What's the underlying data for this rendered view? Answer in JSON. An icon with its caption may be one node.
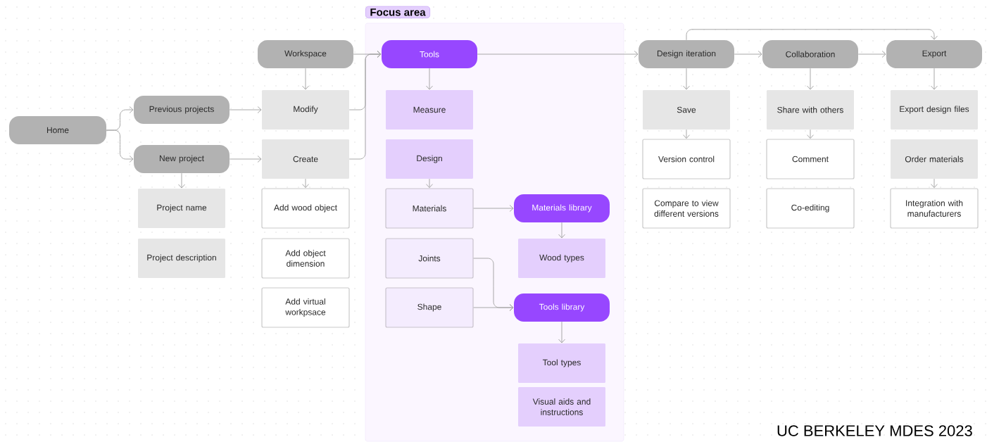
{
  "diagram": {
    "nodes": [
      {
        "text": [
          "Home"
        ]
      },
      {
        "text": [
          "Previous projects"
        ]
      },
      {
        "text": [
          "New project"
        ]
      },
      {
        "text": [
          "Project name"
        ]
      },
      {
        "text": [
          "Project description"
        ]
      },
      {
        "text": [
          "Workspace"
        ]
      },
      {
        "text": [
          "Modify"
        ]
      },
      {
        "text": [
          "Create"
        ]
      },
      {
        "text": [
          "Add wood object"
        ]
      },
      {
        "text": [
          "Add object dimension"
        ]
      },
      {
        "text": [
          "Add virtual workpsace"
        ]
      },
      {
        "text": [
          "Focus area"
        ]
      },
      {
        "text": [
          "Tools"
        ],
        "in": 11
      },
      {
        "text": [
          "Measure"
        ],
        "in": 11
      },
      {
        "text": [
          "Design"
        ],
        "in": 11
      },
      {
        "text": [
          "Materials"
        ],
        "in": 11
      },
      {
        "text": [
          "Joints"
        ],
        "in": 11
      },
      {
        "text": [
          "Shape"
        ],
        "in": 11
      },
      {
        "text": [
          "Materials library"
        ],
        "in": 11
      },
      {
        "text": [
          "Wood types"
        ],
        "in": 11
      },
      {
        "text": [
          "Tools library"
        ],
        "in": 11
      },
      {
        "text": [
          "Tool types"
        ],
        "in": 11
      },
      {
        "text": [
          "Visual aids and instructions"
        ],
        "in": 11
      },
      {
        "text": [
          "Design iteration"
        ]
      },
      {
        "text": [
          "Save"
        ]
      },
      {
        "text": [
          "Version control"
        ]
      },
      {
        "text": [
          "Compare to view different versions"
        ]
      },
      {
        "text": [
          "Collaboration"
        ]
      },
      {
        "text": [
          "Share with others"
        ]
      },
      {
        "text": [
          "Comment"
        ]
      },
      {
        "text": [
          "Co-editing"
        ]
      },
      {
        "text": [
          "Export"
        ]
      },
      {
        "text": [
          "Export design files"
        ]
      },
      {
        "text": [
          "Order materials"
        ]
      },
      {
        "text": [
          "Integration with manufacturers"
        ]
      }
    ],
    "edges": [
      {
        "from": 0,
        "to": 1,
        "arrow": "to"
      },
      {
        "from": 0,
        "to": 2,
        "arrow": "to"
      },
      {
        "from": 1,
        "to": 6,
        "arrow": "to"
      },
      {
        "from": 2,
        "to": 7,
        "arrow": "to"
      },
      {
        "from": 2,
        "to": 3,
        "arrow": "to"
      },
      {
        "from": 5,
        "to": 6,
        "arrow": "to"
      },
      {
        "from": 7,
        "to": 8,
        "arrow": "to"
      },
      {
        "from": 5,
        "to": 12,
        "arrow": "to"
      },
      {
        "from": 6,
        "to": 12,
        "arrow": "to"
      },
      {
        "from": 7,
        "to": 12,
        "arrow": "to"
      },
      {
        "from": 12,
        "to": 13,
        "arrow": "to"
      },
      {
        "from": 14,
        "to": 15,
        "arrow": "to"
      },
      {
        "from": 15,
        "to": 18,
        "arrow": "to"
      },
      {
        "from": 18,
        "to": 19,
        "arrow": "to"
      },
      {
        "from": 16,
        "to": 20,
        "arrow": "to"
      },
      {
        "from": 17,
        "to": 20,
        "arrow": "to"
      },
      {
        "from": 20,
        "to": 21,
        "arrow": "to"
      },
      {
        "from": 12,
        "to": 23,
        "arrow": "to"
      },
      {
        "from": 23,
        "to": 24,
        "arrow": "to"
      },
      {
        "from": 24,
        "to": 25,
        "arrow": "to"
      },
      {
        "from": 23,
        "to": 27,
        "arrow": "to"
      },
      {
        "from": 27,
        "to": 28,
        "arrow": "to"
      },
      {
        "from": 28,
        "to": 29,
        "arrow": "to"
      },
      {
        "from": 27,
        "to": 31,
        "arrow": "to"
      },
      {
        "from": 31,
        "to": 32,
        "arrow": "to"
      },
      {
        "from": 33,
        "to": 34,
        "arrow": "to"
      },
      {
        "from": 23,
        "to": 31,
        "arrow": "to"
      }
    ],
    "labels": [
      "UC BERKELEY MDES 2023"
    ]
  }
}
